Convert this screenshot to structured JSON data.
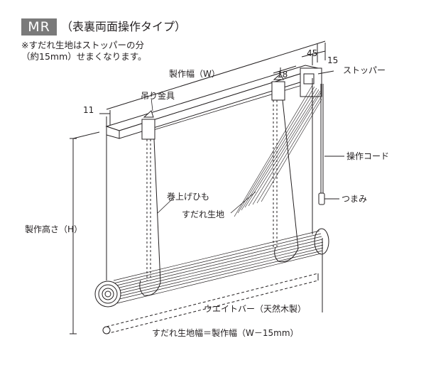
{
  "header": {
    "model_badge": "MR",
    "title": "（表裏両面操作タイプ）",
    "note_line1": "※すだれ生地はストッパーの分",
    "note_line2": "（約15mm）せまくなります。"
  },
  "labels": {
    "dim_45": "45",
    "dim_15": "15",
    "dim_18": "18",
    "dim_11": "11",
    "stopper": "ストッパー",
    "width": "製作幅（W）",
    "bracket": "吊り金具",
    "operation_cord": "操作コード",
    "knob": "つまみ",
    "lift_cord": "巻上げひも",
    "blind_fabric": "すだれ生地",
    "height": "製作高さ（H）",
    "weight_bar": "ウエイトバー（天然木製）",
    "fabric_width": "すだれ生地幅＝製作幅（W－15mm）"
  }
}
